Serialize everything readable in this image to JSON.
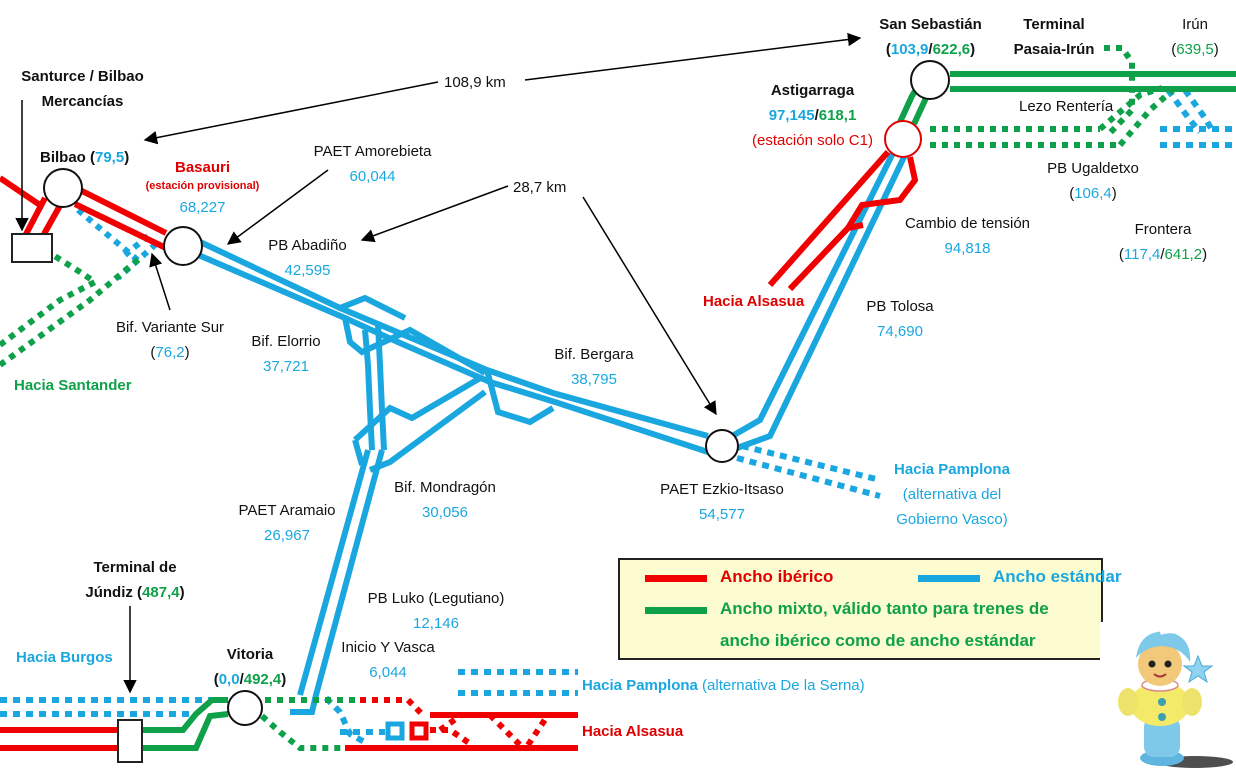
{
  "colors": {
    "iberian": "#f00000",
    "standard": "#1aa7e0",
    "mixed": "#0fa04a",
    "legend_bg": "#fdfcd0",
    "label": "#111111"
  },
  "distances": {
    "bilbao_sansebastian": "108,9 km",
    "abadino_ezkio": "28,7 km"
  },
  "stations": {
    "santurce": {
      "name_line1": "Santurce / Bilbao",
      "name_line2": "Mercancías"
    },
    "bilbao": {
      "name": "Bilbao (",
      "km": "79,5",
      "close": ")"
    },
    "basauri": {
      "name": "Basauri",
      "note": "(estación provisional)",
      "km": "68,227"
    },
    "amorebieta": {
      "name": "PAET Amorebieta",
      "km": "60,044"
    },
    "abadino": {
      "name": "PB Abadiño",
      "km": "42,595"
    },
    "variante_sur": {
      "name": "Bif. Variante Sur",
      "open": "(",
      "km": "76,2",
      "close": ")"
    },
    "elorrio": {
      "name": "Bif. Elorrio",
      "km": "37,721"
    },
    "bergara": {
      "name": "Bif. Bergara",
      "km": "38,795"
    },
    "mondragon": {
      "name": "Bif. Mondragón",
      "km": "30,056"
    },
    "aramaio": {
      "name": "PAET Aramaio",
      "km": "26,967"
    },
    "ezkio": {
      "name": "PAET Ezkio-Itsaso",
      "km": "54,577"
    },
    "tolosa": {
      "name": "PB Tolosa",
      "km": "74,690"
    },
    "cambio": {
      "name": "Cambio de tensión",
      "km": "94,818"
    },
    "astigarraga": {
      "name": "Astigarraga",
      "km_std": "97,145",
      "sep": "/",
      "km_mixed": "618,1",
      "note": "(estación solo C1)"
    },
    "san_sebastian": {
      "name": "San Sebastián",
      "open": "(",
      "km_std": "103,9",
      "sep": "/",
      "km_mixed": "622,6",
      "close": ")"
    },
    "pasaia": {
      "name_line1": "Terminal",
      "name_line2": "Pasaia-Irún"
    },
    "irun": {
      "name": "Irún",
      "open": "(",
      "km": "639,5",
      "close": ")"
    },
    "lezo": {
      "name": "Lezo Rentería"
    },
    "ugaldetxo": {
      "name": "PB Ugaldetxo",
      "open": "(",
      "km": "106,4",
      "close": ")"
    },
    "frontera": {
      "name": "Frontera",
      "open": "(",
      "km_std": "117,4",
      "sep": "/",
      "km_mixed": "641,2",
      "close": ")"
    },
    "jundiz": {
      "name_line1": "Terminal de",
      "name_line2": "Júndiz (",
      "km": "487,4",
      "close": ")"
    },
    "vitoria": {
      "name": "Vitoria",
      "open": "(",
      "km_std": "0,0",
      "sep": "/",
      "km_mixed": "492,4",
      "close": ")"
    },
    "luko": {
      "name": "PB Luko (Legutiano)",
      "km": "12,146"
    },
    "inicio_y": {
      "name": "Inicio Y Vasca",
      "km": "6,044"
    }
  },
  "directions": {
    "santander": "Hacia Santander",
    "alsasua_north": "Hacia Alsasua",
    "pamplona_gv_title": "Hacia Pamplona",
    "pamplona_gv_line2": "(alternativa del",
    "pamplona_gv_line3": "Gobierno Vasco)",
    "burgos": "Hacia Burgos",
    "pamplona_serna_title": "Hacia Pamplona",
    "pamplona_serna_note": " (alternativa De la Serna)",
    "alsasua_south": "Hacia Alsasua"
  },
  "legend": {
    "iberian": "Ancho ibérico",
    "standard": "Ancho estándar",
    "mixed_line1": "Ancho mixto, válido tanto para trenes de",
    "mixed_line2": "ancho ibérico como de ancho estándar"
  }
}
